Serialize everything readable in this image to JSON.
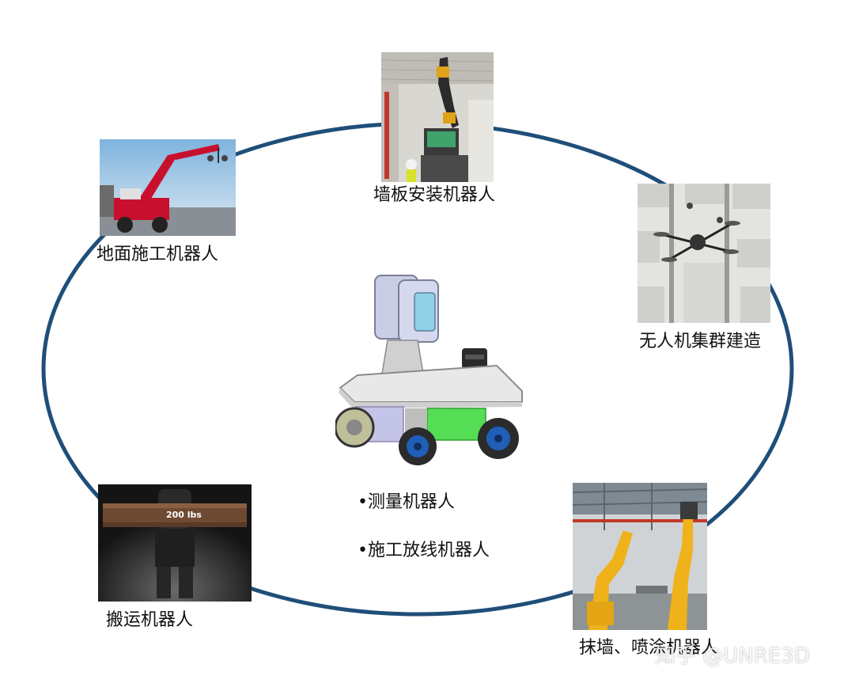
{
  "colors": {
    "ring": "#1f4e79",
    "label": "#111111"
  },
  "nodes": {
    "wall_panel": {
      "label": "墙板安装机器人",
      "icon": "wall-panel-robot-photo"
    },
    "ground": {
      "label": "地面施工机器人",
      "icon": "ground-construction-crane-photo"
    },
    "drone": {
      "label": "无人机集群建造",
      "icon": "drone-swarm-photo"
    },
    "carry": {
      "label": "搬运机器人",
      "icon": "exoskeleton-carrying-photo",
      "beam_text": "200 lbs"
    },
    "plaster": {
      "label": "抹墙、喷涂机器人",
      "icon": "industrial-arm-photo"
    }
  },
  "center": {
    "icon": "survey-robot-render",
    "items": [
      "测量机器人",
      "施工放线机器人"
    ]
  },
  "watermark": "知乎 @UNRE3D"
}
